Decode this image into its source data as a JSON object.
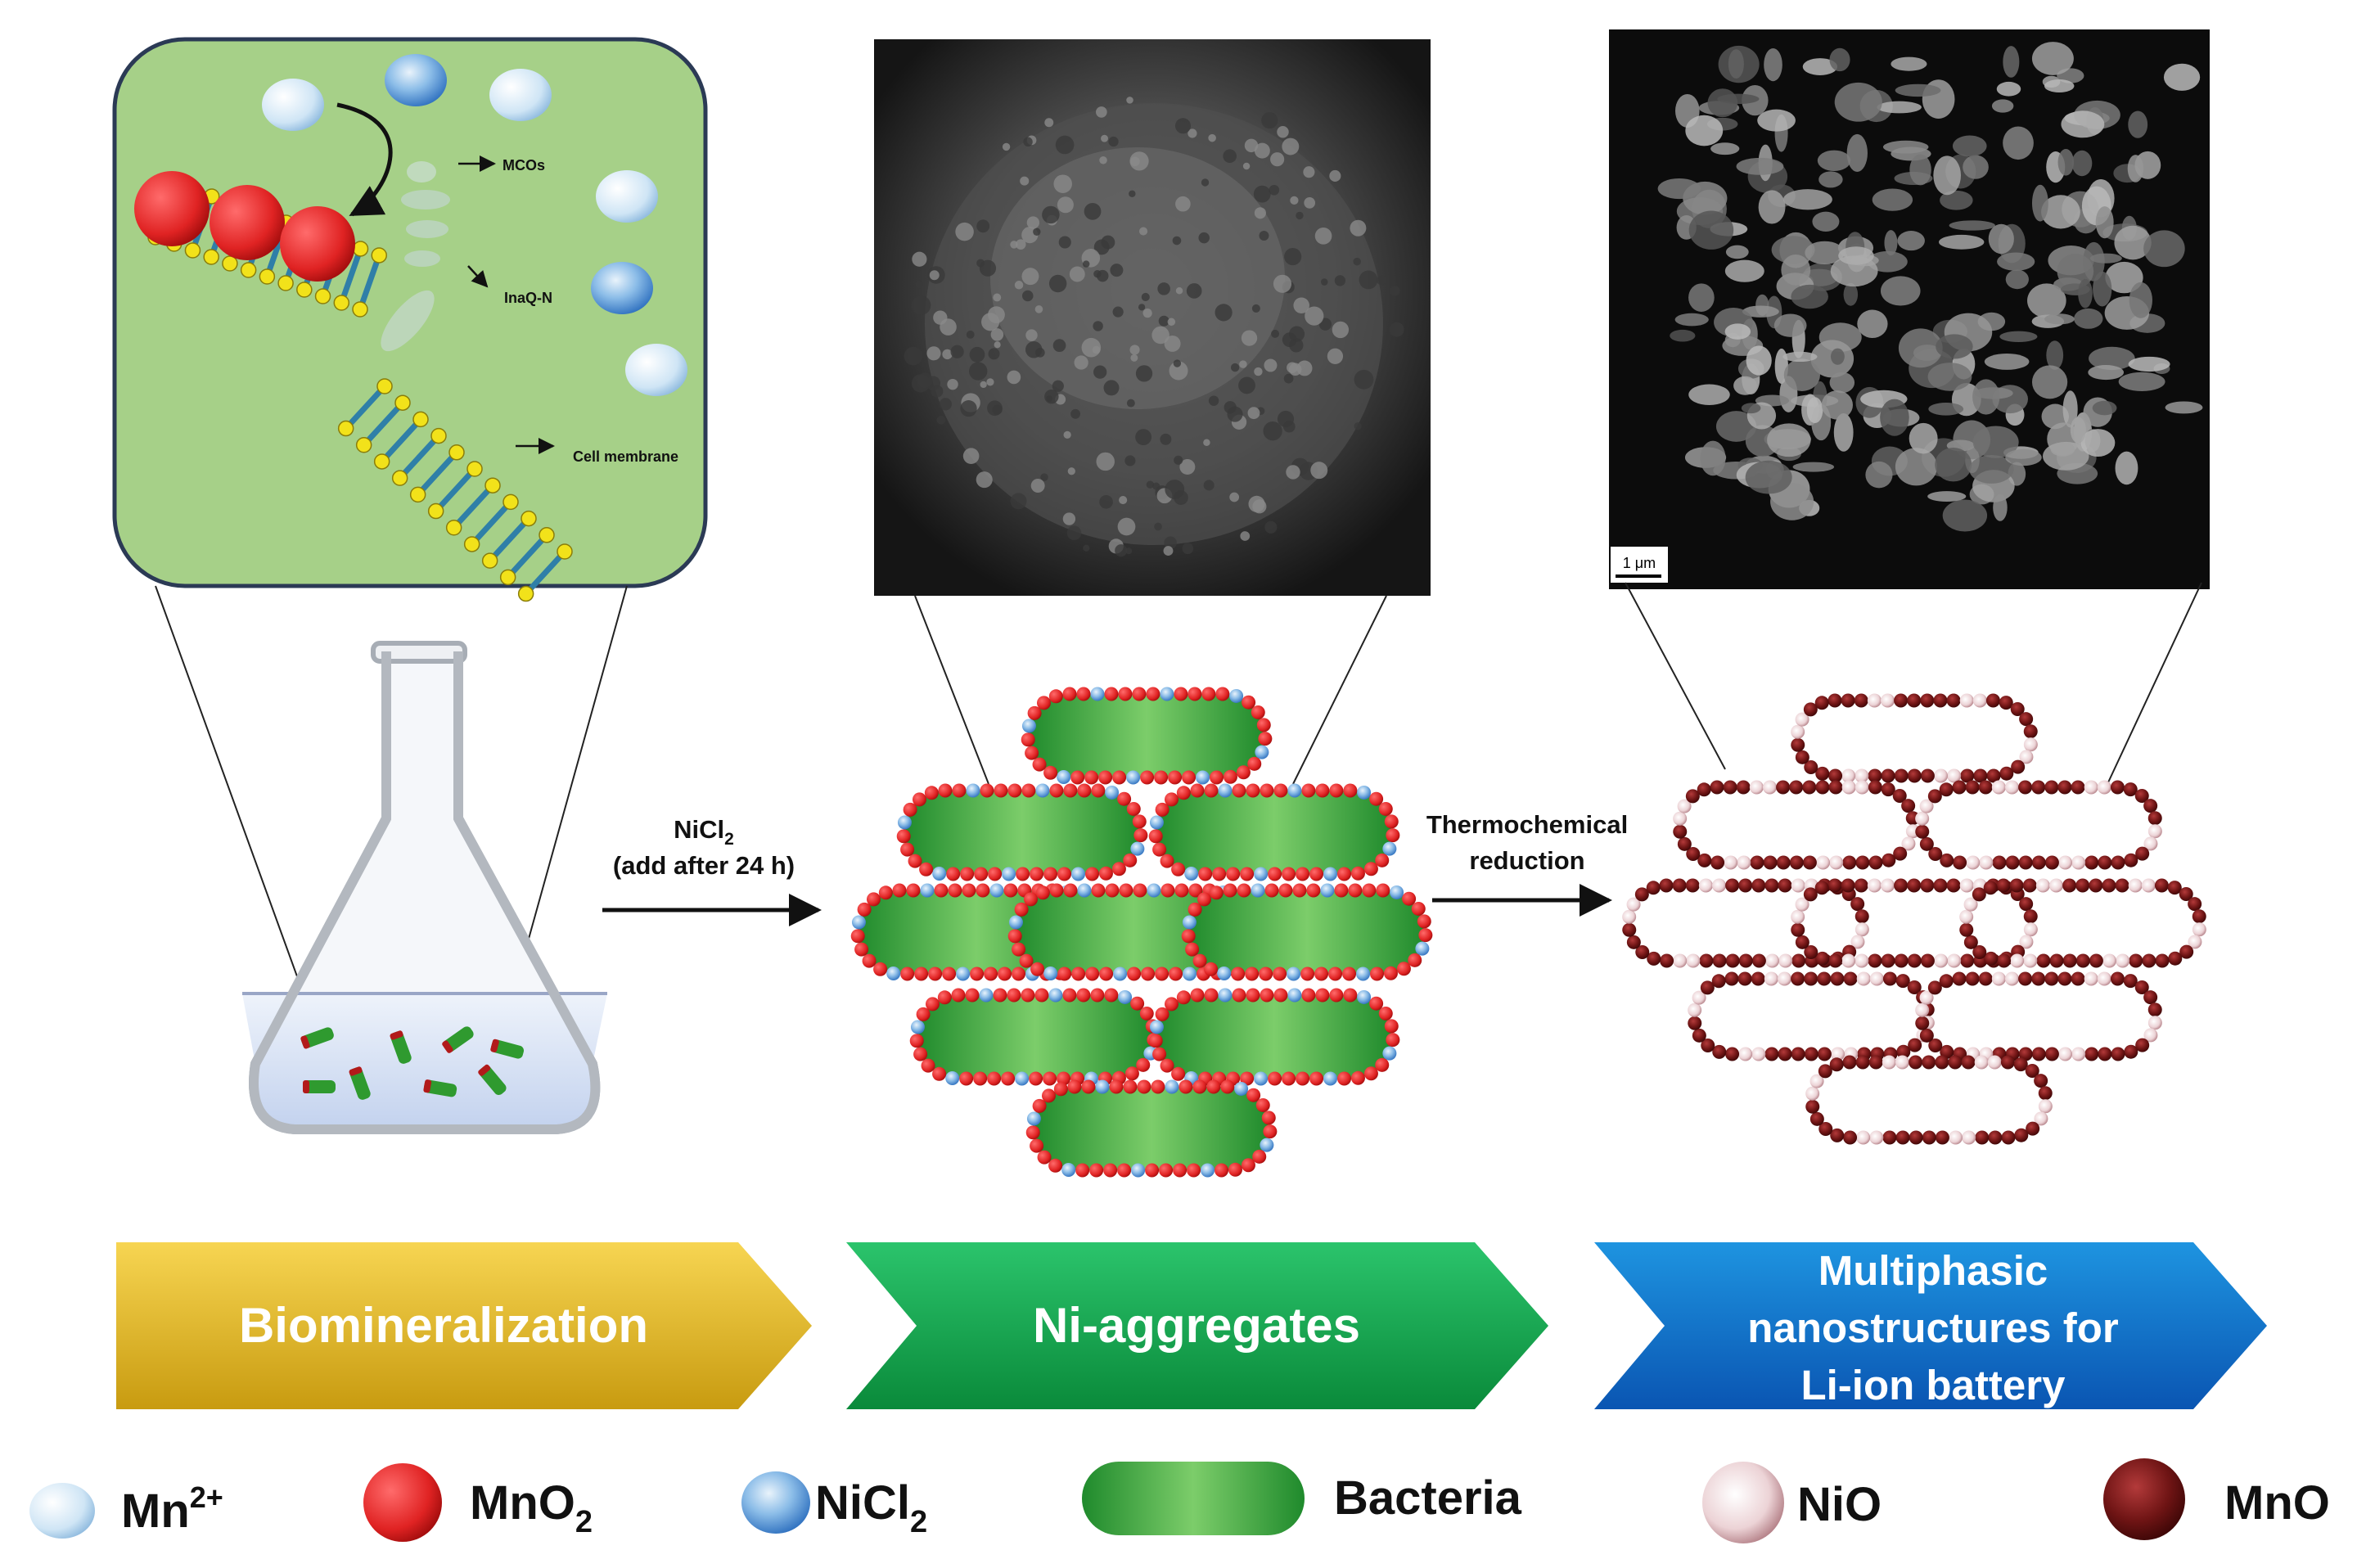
{
  "inset": {
    "labels": {
      "mcos": "MCOs",
      "inaq": "InaQ-N",
      "membrane": "Cell membrane"
    }
  },
  "arrows": {
    "step1": {
      "line1": "NiCl",
      "sub": "2",
      "line2": "(add after 24 h)"
    },
    "step2": {
      "line1": "Thermochemical",
      "line2": "reduction"
    }
  },
  "sem": {
    "scale_bar": "1 μm"
  },
  "stages": [
    {
      "label": "Biomineralization",
      "color_top": "#f6ce44",
      "color_bottom": "#c8a012"
    },
    {
      "label": "Ni-aggregates",
      "color_top": "#27c16a",
      "color_bottom": "#0b8f3c"
    },
    {
      "label_lines": [
        "Multiphasic",
        "nanostructures for",
        "Li-ion battery"
      ],
      "color_top": "#1a8fdc",
      "color_bottom": "#0b57b5"
    }
  ],
  "legend": [
    {
      "label": "Mn",
      "sup": "2+",
      "icon": "light-blue-sphere-icon"
    },
    {
      "label": "MnO",
      "sub": "2",
      "icon": "red-sphere-icon"
    },
    {
      "label": "NiCl",
      "sub": "2",
      "icon": "blue-sphere-icon"
    },
    {
      "label": "Bacteria",
      "icon": "green-rod-icon"
    },
    {
      "label": "NiO",
      "icon": "pink-sphere-icon"
    },
    {
      "label": "MnO",
      "icon": "dark-red-sphere-icon"
    }
  ],
  "colors": {
    "inset_bg": "#a6d088",
    "mn": "#d4e9f7",
    "mno2": "#e02323",
    "nicl2": "#4d90d6",
    "bacteria": "#3aa33a",
    "nio": "#e6c4c8",
    "mno": "#6e1414"
  }
}
